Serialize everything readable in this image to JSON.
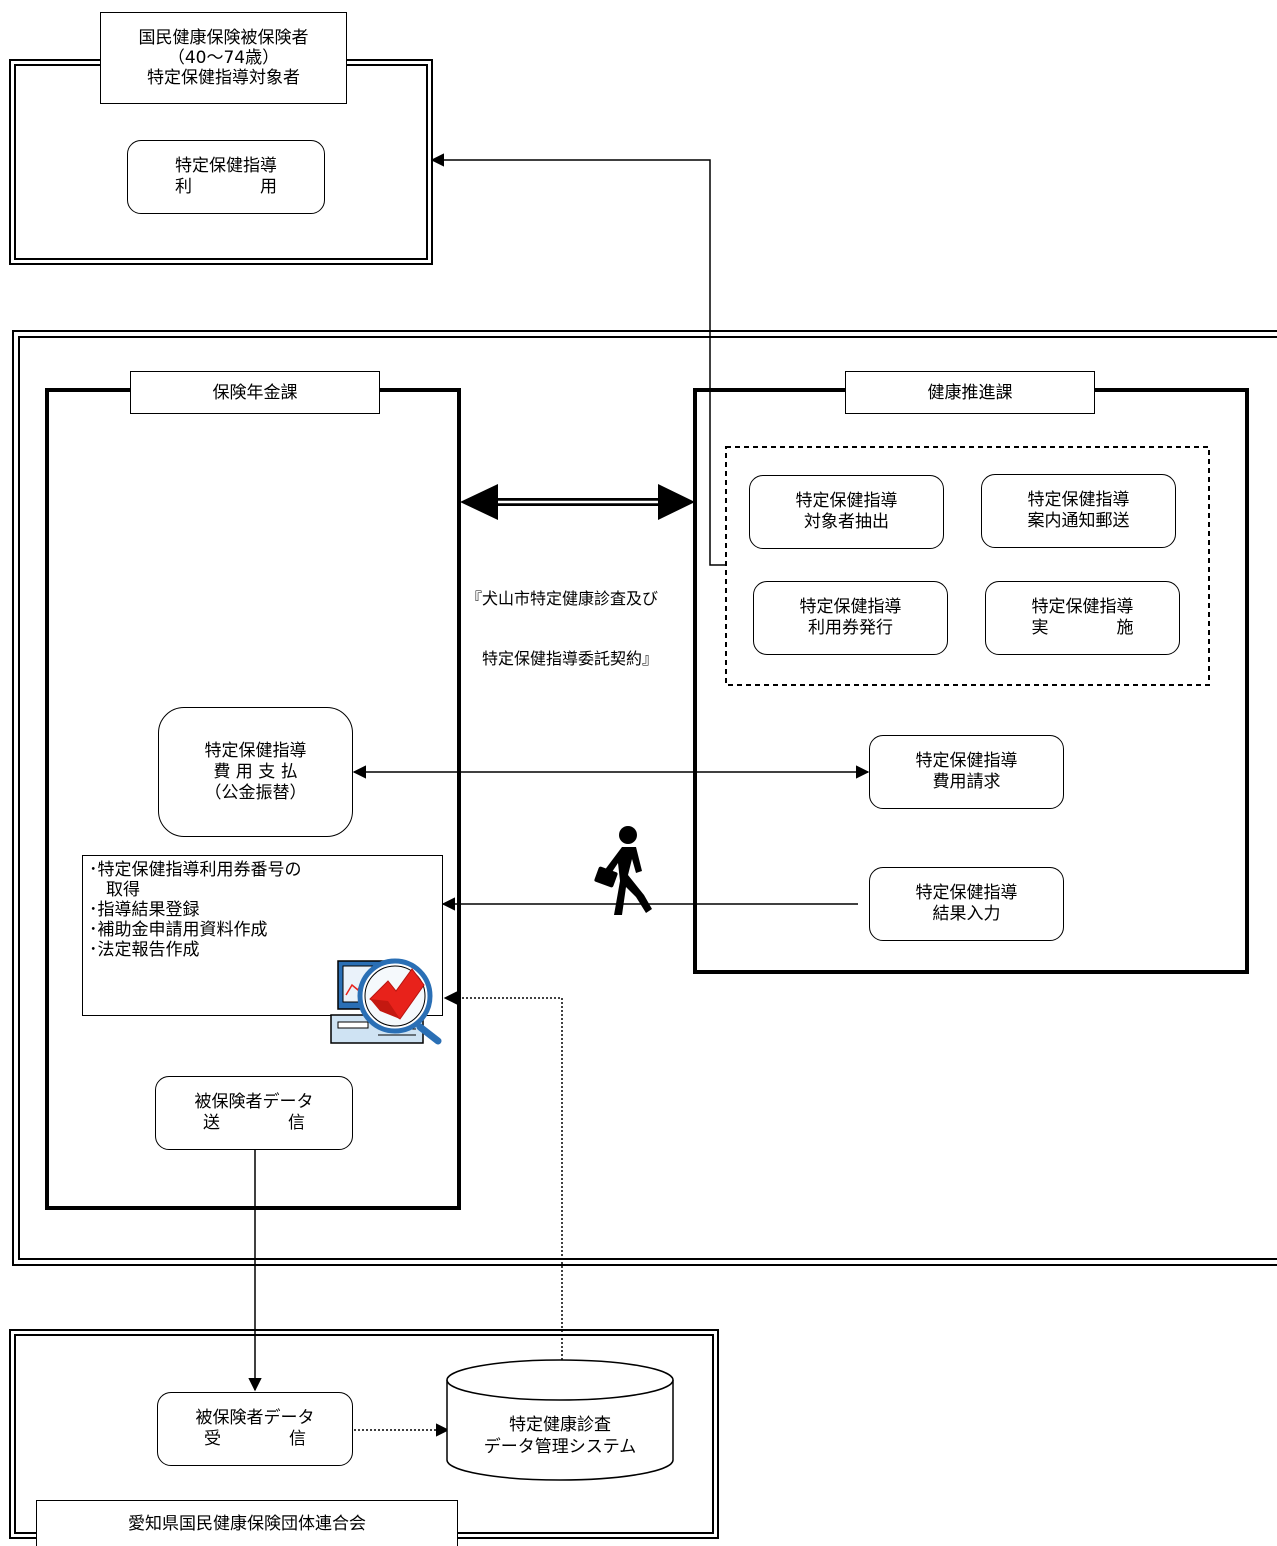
{
  "insured": {
    "title_lines": [
      "国民健康保険被保険者",
      "（40～74歳）",
      "特定保健指導対象者"
    ],
    "use_box": [
      "特定保健指導",
      "利　　　　用"
    ]
  },
  "hoken": {
    "title": "保険年金課",
    "payment_box": [
      "特定保健指導",
      "費 用 支 払",
      "（公金振替）"
    ],
    "tasks": [
      "･特定保健指導利用券番号の",
      "　取得",
      "･指導結果登録",
      "･補助金申請用資料作成",
      "･法定報告作成"
    ],
    "send_box": [
      "被保険者データ",
      "送　　　　信"
    ]
  },
  "kenko": {
    "title": "健康推進課",
    "extract_box": [
      "特定保健指導",
      "対象者抽出"
    ],
    "notice_box": [
      "特定保健指導",
      "案内通知郵送"
    ],
    "ticket_box": [
      "特定保健指導",
      "利用券発行"
    ],
    "conduct_box": [
      "特定保健指導",
      "実　　　　施"
    ],
    "claim_box": [
      "特定保健指導",
      "費用請求"
    ],
    "result_box": [
      "特定保健指導",
      "結果入力"
    ]
  },
  "contract": [
    "『犬山市特定健康診査及び",
    "　特定保健指導委託契約』"
  ],
  "rengokai": {
    "title": "愛知県国民健康保険団体連合会",
    "receive_box": [
      "被保険者データ",
      "受　　　　信"
    ],
    "db_lines": [
      "特定健康診査",
      "データ管理システム"
    ]
  },
  "colors": {
    "line": "#000000",
    "accent_red": "#e8221b",
    "monitor_blue": "#2a6fb5"
  }
}
